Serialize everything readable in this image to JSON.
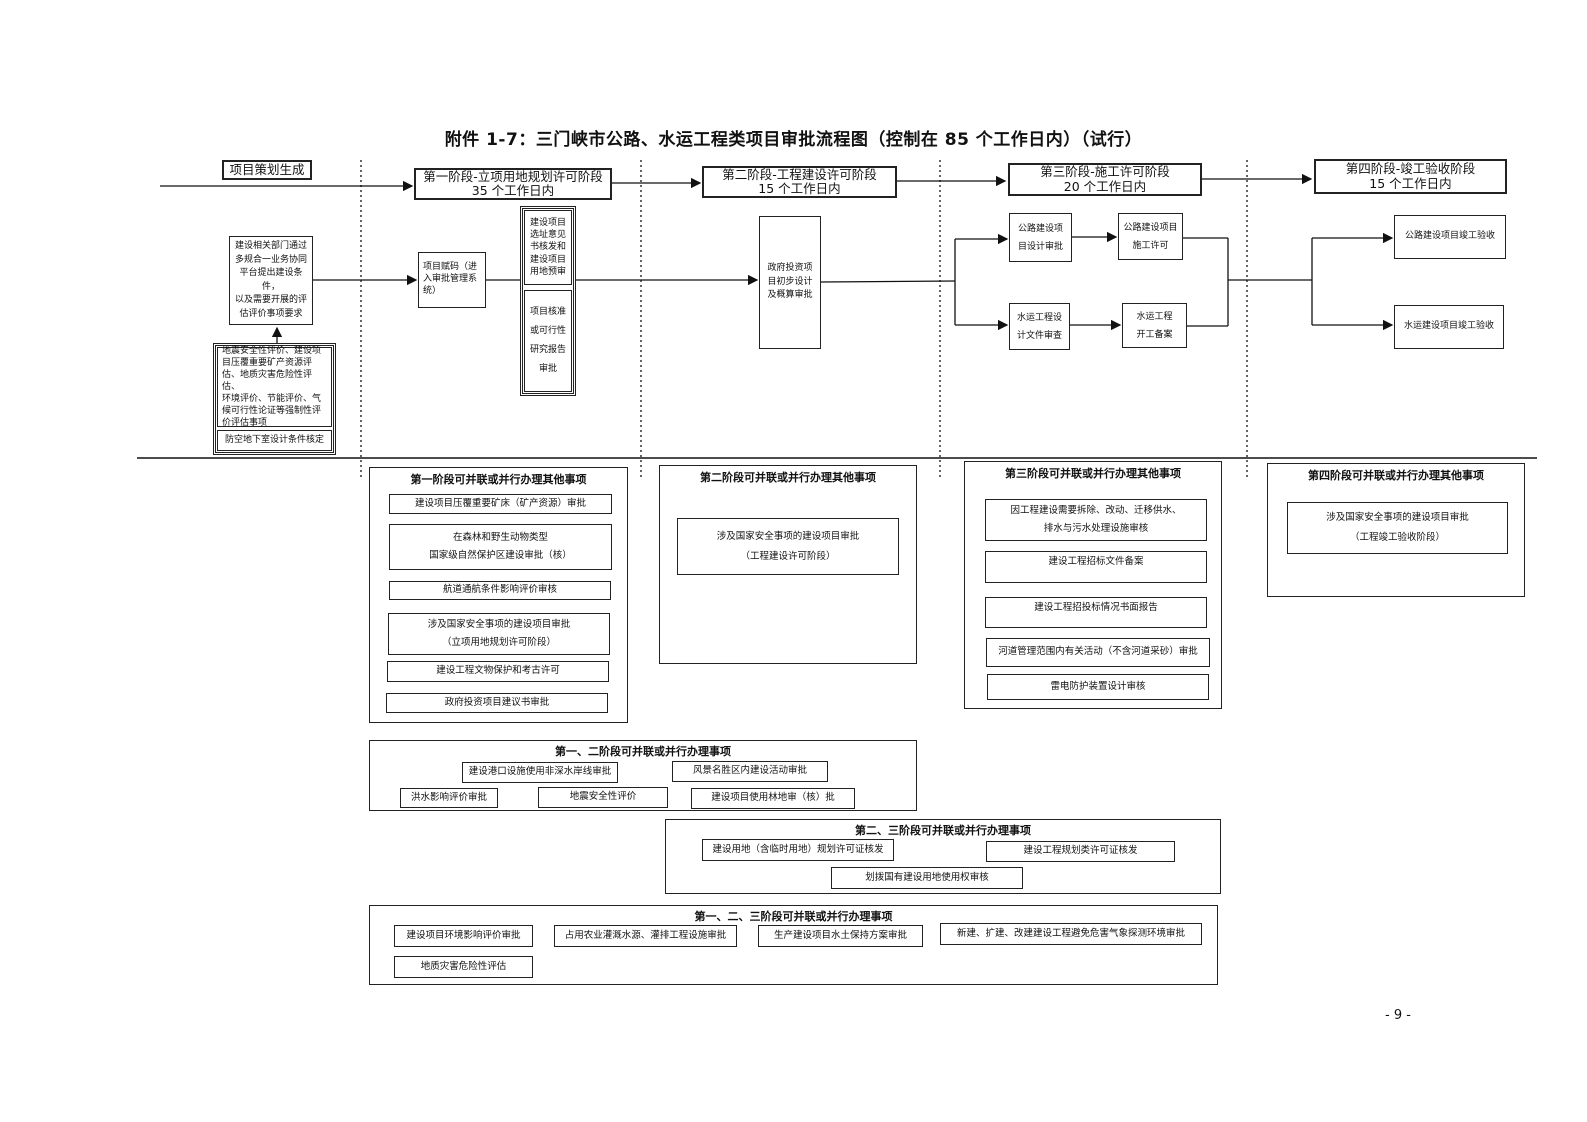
{
  "title": "附件 1-7：三门峡市公路、水运工程类项目审批流程图（控制在 85 个工作日内）（试行）",
  "page_number": "- 9 -",
  "top_label": "项目策划生成",
  "stages": [
    {
      "title": "第一阶段-立项用地规划许可阶段",
      "days": "35 个工作日内"
    },
    {
      "title": "第二阶段-工程建设许可阶段",
      "days": "15 个工作日内"
    },
    {
      "title": "第三阶段-施工许可阶段",
      "days": "20 个工作日内"
    },
    {
      "title": "第四阶段-竣工验收阶段",
      "days": "15 个工作日内"
    }
  ],
  "flow": {
    "preparation": "建设相关部门通过\n多规合一业务协同\n平台提出建设条件，\n以及需要开展的评\n估评价事项要求",
    "assessments": "地震安全性评价、建设项\n目压覆重要矿产资源评\n估、地质灾害危险性评估、\n环境评价、节能评价、气\n候可行性论证等强制性评\n价评估事项",
    "air_defense": "防空地下室设计条件核定",
    "project_code": "项目赋码（进\n入审批管理系\n统）",
    "site_selection": "建设项目\n选址意见\n书核发和\n建设项目\n用地预审",
    "approval": "项目核准\n或可行性\n研究报告\n审批",
    "preliminary_design": "政府投资项\n目初步设计\n及概算审批",
    "highway_design": "公路建设项\n目设计审批",
    "highway_permit": "公路建设项目\n施工许可",
    "water_design": "水运工程设\n计文件审查",
    "water_record": "水运工程\n开工备案",
    "highway_acceptance": "公路建设项目竣工验收",
    "water_acceptance": "水运建设项目竣工验收"
  },
  "parallel": {
    "stage1": {
      "title": "第一阶段可并联或并行办理其他事项",
      "items": [
        "建设项目压覆重要矿床（矿产资源）审批",
        "在森林和野生动物类型\n国家级自然保护区建设审批（核）",
        "航道通航条件影响评价审核",
        "涉及国家安全事项的建设项目审批\n（立项用地规划许可阶段）",
        "建设工程文物保护和考古许可",
        "政府投资项目建议书审批"
      ]
    },
    "stage2": {
      "title": "第二阶段可并联或并行办理其他事项",
      "items": [
        "涉及国家安全事项的建设项目审批\n（工程建设许可阶段）"
      ]
    },
    "stage3": {
      "title": "第三阶段可并联或并行办理其他事项",
      "items": [
        "因工程建设需要拆除、改动、迁移供水、\n排水与污水处理设施审核",
        "建设工程招标文件备案",
        "建设工程招投标情况书面报告",
        "河道管理范围内有关活动（不含河道采砂）审批",
        "雷电防护装置设计审核"
      ]
    },
    "stage4": {
      "title": "第四阶段可并联或并行办理其他事项",
      "items": [
        "涉及国家安全事项的建设项目审批\n（工程竣工验收阶段）"
      ]
    },
    "stage12": {
      "title": "第一、二阶段可并联或并行办理事项",
      "items": [
        "建设港口设施使用非深水岸线审批",
        "风景名胜区内建设活动审批",
        "洪水影响评价审批",
        "地震安全性评价",
        "建设项目使用林地审（核）批"
      ]
    },
    "stage23": {
      "title": "第二、三阶段可并联或并行办理事项",
      "items": [
        "建设用地（含临时用地）规划许可证核发",
        "建设工程规划类许可证核发",
        "划拨国有建设用地使用权审核"
      ]
    },
    "stage123": {
      "title": "第一、二、三阶段可并联或并行办理事项",
      "items": [
        "建设项目环境影响评价审批",
        "占用农业灌溉水源、灌排工程设施审批",
        "生产建设项目水土保持方案审批",
        "新建、扩建、改建建设工程避免危害气象探测环境审批",
        "地质灾害危险性评估"
      ]
    }
  }
}
